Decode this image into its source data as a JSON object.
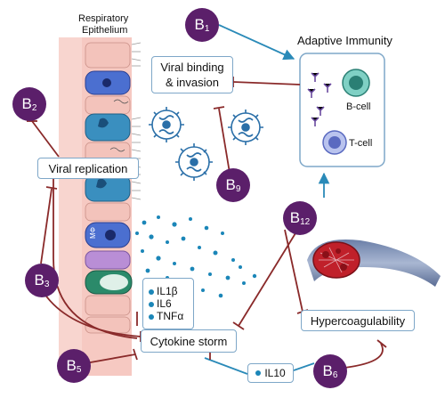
{
  "epithelium": {
    "line1": "Respiratory",
    "line2": "Epithelium",
    "mphi_label": "MΦ"
  },
  "adaptive": {
    "title": "Adaptive Immunity",
    "bcell": "B-cell",
    "tcell": "T-cell"
  },
  "boxes": {
    "viral_binding_1": "Viral binding",
    "viral_binding_2": "& invasion",
    "viral_replication": "Viral replication",
    "cytokine_storm": "Cytokine storm",
    "hypercoag": "Hypercoagulability",
    "il10": "IL10"
  },
  "cytokines": [
    "IL1β",
    "IL6",
    "TNFα"
  ],
  "badges": {
    "b1": {
      "letter": "B",
      "sub": "1"
    },
    "b2": {
      "letter": "B",
      "sub": "2"
    },
    "b3": {
      "letter": "B",
      "sub": "3"
    },
    "b5": {
      "letter": "B",
      "sub": "5"
    },
    "b6": {
      "letter": "B",
      "sub": "6"
    },
    "b9": {
      "letter": "B",
      "sub": "9"
    },
    "b12": {
      "letter": "B",
      "sub": "12"
    }
  },
  "colors": {
    "badge": "#5b1f6a",
    "inhibit_line": "#8a2a2a",
    "activate_line": "#2a8ab8",
    "box_border": "#7ea7c8",
    "cytokine_dot": "#1b86b8",
    "epithelium_bg": "#f6c9c2",
    "virus": "#2a6fa8",
    "clot": "#c0202a"
  }
}
